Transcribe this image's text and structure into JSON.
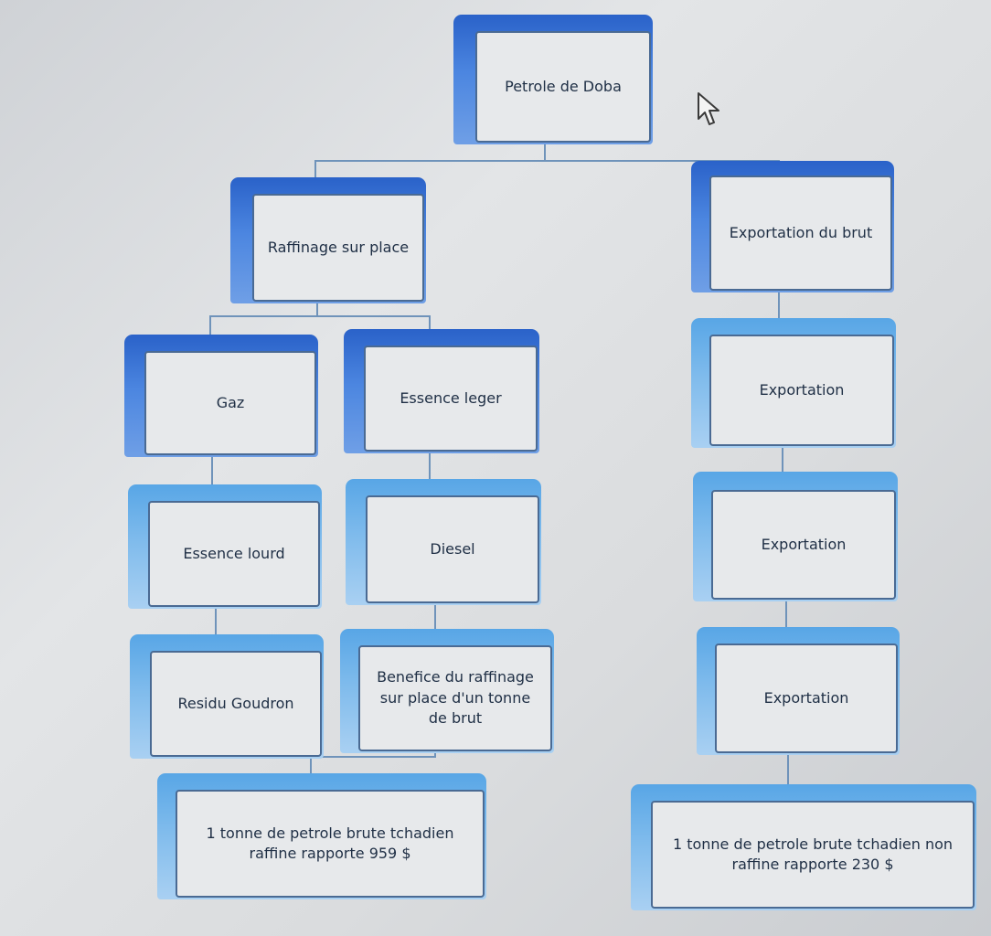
{
  "diagram": {
    "root": "Petrole de Doba",
    "branches": {
      "raffinage": "Raffinage sur place",
      "exportation_brut": "Exportation du brut"
    },
    "raffinage_children": {
      "gaz": "Gaz",
      "essence_leger": "Essence leger",
      "essence_lourd": "Essence lourd",
      "diesel": "Diesel",
      "residu_goudron": "Residu Goudron",
      "benefice": "Benefice du raffinage sur place d'un tonne de brut",
      "result_raffine": "1 tonne de petrole brute tchadien raffine rapporte  959 $"
    },
    "export_children": {
      "exportation_1": "Exportation",
      "exportation_2": "Exportation",
      "exportation_3": "Exportation",
      "result_non_raffine": "1 tonne de petrole brute tchadien non raffine rapporte 230 $"
    }
  }
}
